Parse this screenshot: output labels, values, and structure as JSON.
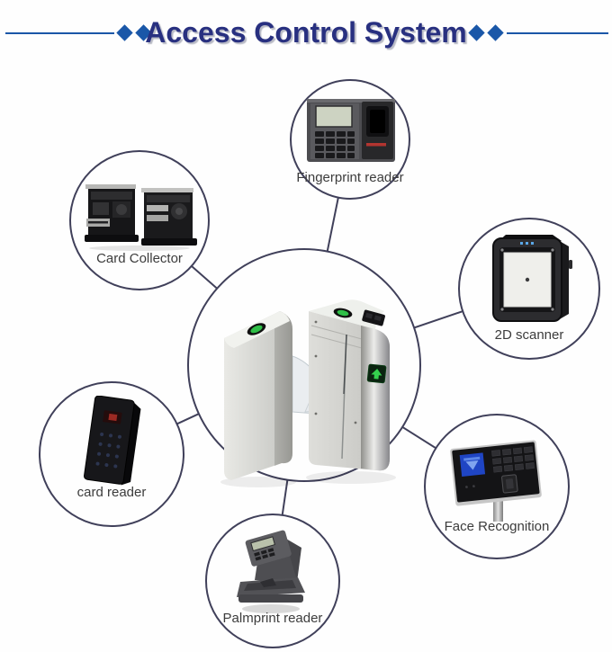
{
  "title": {
    "text": "Access Control System"
  },
  "colors": {
    "title_navy": "#283080",
    "accent_blue": "#1a57a8",
    "connector": "#40405a",
    "label_gray": "#3c3c3c",
    "indicator_green": "#2fbf47",
    "background": "#fefefe"
  },
  "center": {
    "device": "flap-barrier-turnstile",
    "description_icon": "turnstile-gate-illustration"
  },
  "bubbles": [
    {
      "id": "fingerprint-reader",
      "label": "Fingerprint reader",
      "icon": "fingerprint-terminal-illustration"
    },
    {
      "id": "card-collector",
      "label": "Card Collector",
      "icon": "card-collector-machines-illustration"
    },
    {
      "id": "2d-scanner",
      "label": "2D scanner",
      "icon": "qr-2d-scanner-illustration"
    },
    {
      "id": "card-reader",
      "label": "card reader",
      "icon": "keypad-card-reader-illustration"
    },
    {
      "id": "face-recognition",
      "label": "Face Recognition",
      "icon": "face-recognition-terminal-illustration"
    },
    {
      "id": "palmprint-reader",
      "label": "Palmprint reader",
      "icon": "palmprint-reader-illustration"
    }
  ]
}
